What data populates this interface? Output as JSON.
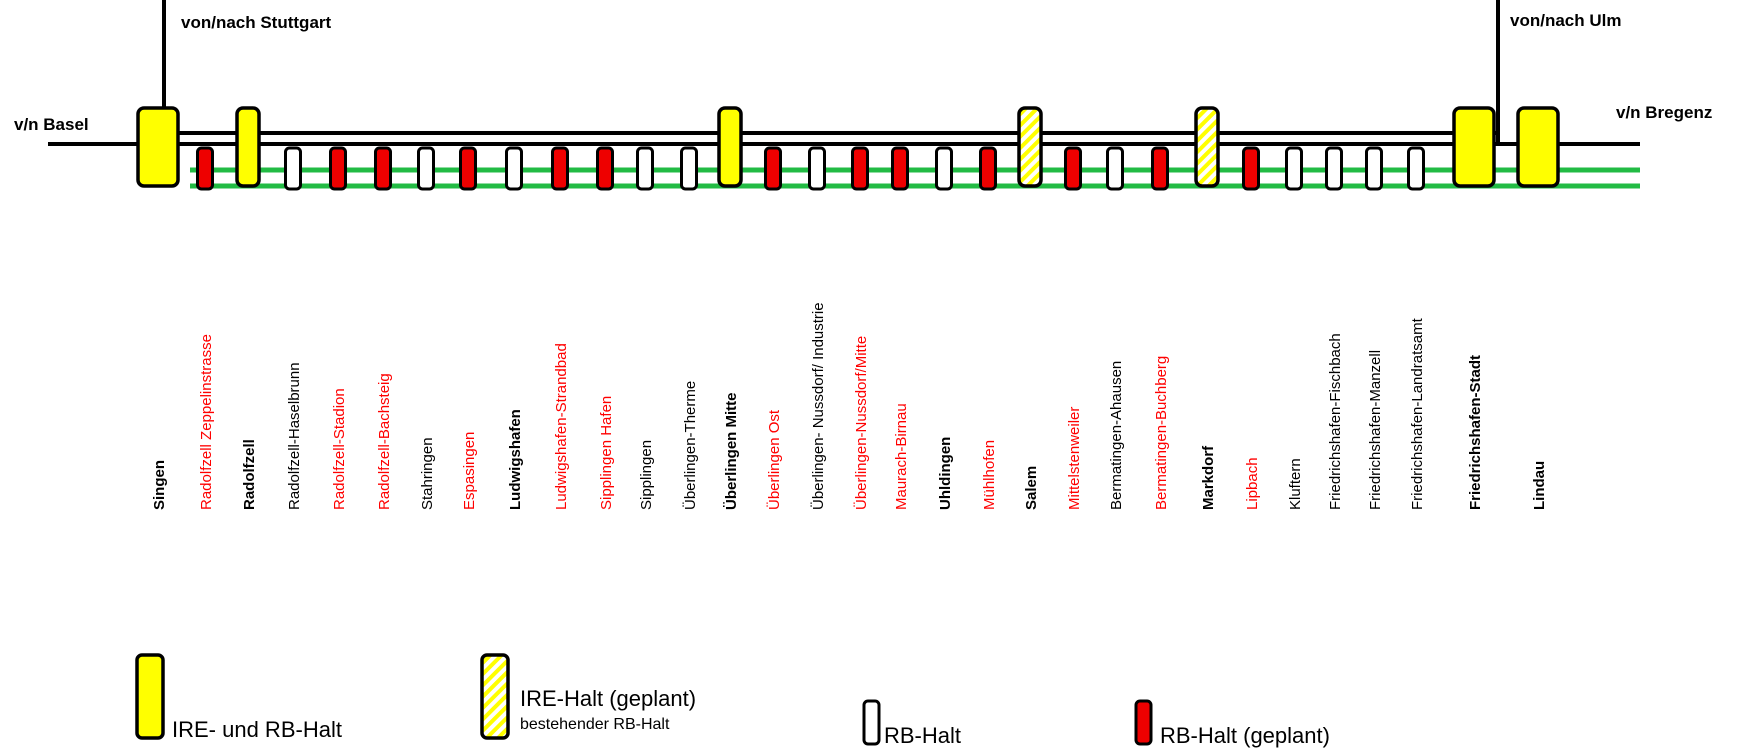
{
  "colors": {
    "ire": "#ffff00",
    "rb_planned": "#ee0000",
    "rb": "#ffffff",
    "green_track": "#22bb44",
    "red_text": "#ff0000",
    "black": "#000000"
  },
  "connections": {
    "stuttgart": "von/nach Stuttgart",
    "ulm": "von/nach Ulm",
    "basel": "v/n Basel",
    "bregenz": "v/n Bregenz"
  },
  "stations": [
    {
      "name": "Singen",
      "type": "ire",
      "bold": true,
      "red": false
    },
    {
      "name": "Radolfzell Zeppelinstrasse",
      "type": "rb_planned",
      "bold": false,
      "red": true
    },
    {
      "name": "Radolfzell",
      "type": "ire",
      "bold": true,
      "red": false
    },
    {
      "name": "Radolfzell-Haselbrunn",
      "type": "rb",
      "bold": false,
      "red": false
    },
    {
      "name": "Radolfzell-Stadion",
      "type": "rb_planned",
      "bold": false,
      "red": true
    },
    {
      "name": "Radolfzell-Bachsteig",
      "type": "rb_planned",
      "bold": false,
      "red": true
    },
    {
      "name": "Stahringen",
      "type": "rb",
      "bold": false,
      "red": false
    },
    {
      "name": "Espasingen",
      "type": "rb_planned",
      "bold": false,
      "red": true
    },
    {
      "name": "Ludwigshafen",
      "type": "rb",
      "bold": true,
      "red": false
    },
    {
      "name": "Ludwigshafen-Strandbad",
      "type": "rb_planned",
      "bold": false,
      "red": true
    },
    {
      "name": "Sipplingen Hafen",
      "type": "rb_planned",
      "bold": false,
      "red": true
    },
    {
      "name": "Sipplingen",
      "type": "rb",
      "bold": false,
      "red": false
    },
    {
      "name": "Überlingen-Therme",
      "type": "rb",
      "bold": false,
      "red": false
    },
    {
      "name": "Überlingen Mitte",
      "type": "ire",
      "bold": true,
      "red": false
    },
    {
      "name": "Überlingen Ost",
      "type": "rb_planned",
      "bold": false,
      "red": true
    },
    {
      "name": "Überlingen- Nussdorf/ Industrie",
      "type": "rb",
      "bold": false,
      "red": false
    },
    {
      "name": "Überlingen-Nussdorf/Mitte",
      "type": "rb_planned",
      "bold": false,
      "red": true
    },
    {
      "name": "Maurach-Birnau",
      "type": "rb_planned",
      "bold": false,
      "red": true
    },
    {
      "name": "Uhldingen",
      "type": "rb",
      "bold": true,
      "red": false
    },
    {
      "name": "Mühlhofen",
      "type": "rb_planned",
      "bold": false,
      "red": true
    },
    {
      "name": "Salem",
      "type": "ire_planned",
      "bold": true,
      "red": false
    },
    {
      "name": "Mittelstenweiler",
      "type": "rb_planned",
      "bold": false,
      "red": true
    },
    {
      "name": "Bermatingen-Ahausen",
      "type": "rb",
      "bold": false,
      "red": false
    },
    {
      "name": "Bermatingen-Buchberg",
      "type": "rb_planned",
      "bold": false,
      "red": true
    },
    {
      "name": "Markdorf",
      "type": "ire_planned",
      "bold": true,
      "red": false
    },
    {
      "name": "Lipbach",
      "type": "rb_planned",
      "bold": false,
      "red": true
    },
    {
      "name": "Kluftern",
      "type": "rb",
      "bold": false,
      "red": false
    },
    {
      "name": "Friedrichshafen-Fischbach",
      "type": "rb",
      "bold": false,
      "red": false
    },
    {
      "name": "Friedrichshafen-Manzell",
      "type": "rb",
      "bold": false,
      "red": false
    },
    {
      "name": "Friedrichshafen-Landratsamt",
      "type": "rb",
      "bold": false,
      "red": false
    },
    {
      "name": "Friedrichshafen-Stadt",
      "type": "ire",
      "bold": true,
      "red": false
    },
    {
      "name": "Lindau",
      "type": "ire",
      "bold": true,
      "red": false
    }
  ],
  "legend": {
    "ire": "IRE- und RB-Halt",
    "ire_planned_line1": "IRE-Halt (geplant)",
    "ire_planned_line2": "bestehender RB-Halt",
    "rb": "RB-Halt",
    "rb_planned": "RB-Halt (geplant)"
  }
}
